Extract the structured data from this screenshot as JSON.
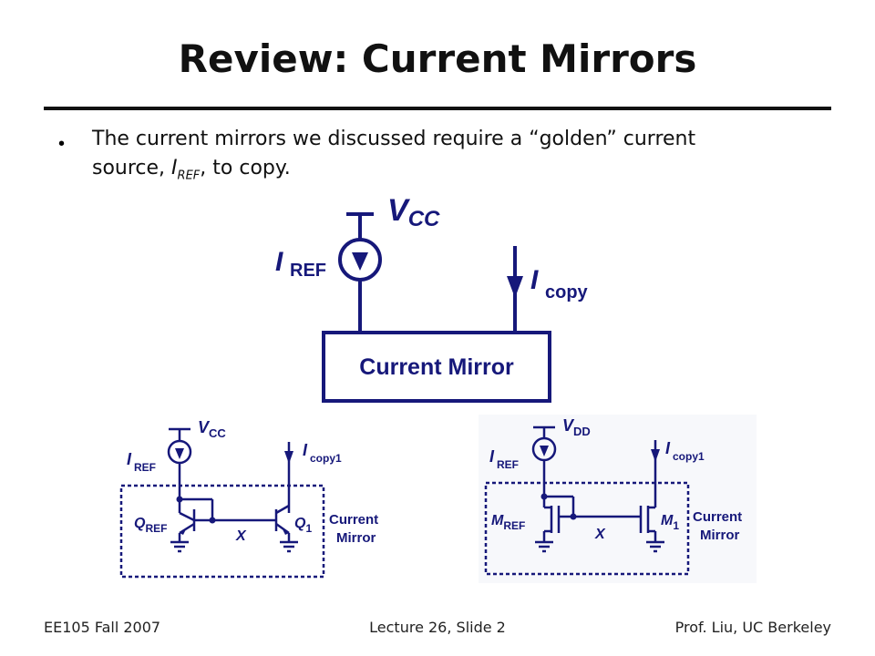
{
  "slide": {
    "title": "Review: Current Mirrors",
    "bullet": {
      "text_before": "The current mirrors we discussed require a “golden” current source, ",
      "var": "I",
      "sub": "REF",
      "text_after": ", to copy."
    }
  },
  "top_diagram": {
    "vcc_main": "V",
    "vcc_sub": "CC",
    "iref_main": "I",
    "iref_sub": "REF",
    "icopy_main": "I",
    "icopy_sub": "copy",
    "box_label": "Current Mirror"
  },
  "bjt_diagram": {
    "vcc_main": "V",
    "vcc_sub": "CC",
    "iref_main": "I",
    "iref_sub": "REF",
    "icopy_main": "I",
    "icopy_sub": "copy1",
    "qref_main": "Q",
    "qref_sub": "REF",
    "q1_main": "Q",
    "q1_sub": "1",
    "node": "X",
    "box_label_1": "Current",
    "box_label_2": "Mirror"
  },
  "mos_diagram": {
    "vdd_main": "V",
    "vdd_sub": "DD",
    "iref_main": "I",
    "iref_sub": "REF",
    "icopy_main": "I",
    "icopy_sub": "copy1",
    "mref_main": "M",
    "mref_sub": "REF",
    "m1_main": "M",
    "m1_sub": "1",
    "node": "X",
    "box_label_1": "Current",
    "box_label_2": "Mirror"
  },
  "footer": {
    "left": "EE105 Fall 2007",
    "center": "Lecture 26, Slide 2",
    "right": "Prof. Liu, UC Berkeley"
  },
  "colors": {
    "circuit": "#16187a",
    "text": "#111111"
  }
}
